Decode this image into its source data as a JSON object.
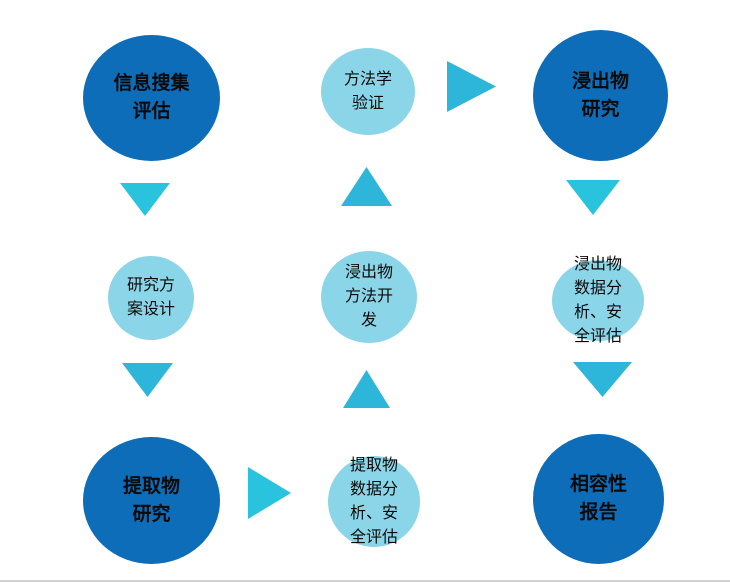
{
  "diagram": {
    "description": "Extractables and leachables study workflow diagram",
    "nodes": [
      {
        "id": "info-collection",
        "label": "信息搜集\n评估",
        "type": "primary"
      },
      {
        "id": "plan-design",
        "label": "研究方\n案设计",
        "type": "secondary"
      },
      {
        "id": "extractables-study",
        "label": "提取物\n研究",
        "type": "primary"
      },
      {
        "id": "method-validation",
        "label": "方法学\n验证",
        "type": "secondary"
      },
      {
        "id": "leachables-method-dev",
        "label": "浸出物\n方法开\n发",
        "type": "secondary"
      },
      {
        "id": "extractables-data",
        "label": "提取物\n数据分\n析、安\n全评估",
        "type": "secondary"
      },
      {
        "id": "leachables-study",
        "label": "浸出物\n研究",
        "type": "primary"
      },
      {
        "id": "leachables-data",
        "label": "浸出物\n数据分\n析、安\n全评估",
        "type": "secondary"
      },
      {
        "id": "compatibility-report",
        "label": "相容性\n报告",
        "type": "primary"
      }
    ],
    "arrows": [
      {
        "id": "left-down-1",
        "icon": "arrow-down-icon",
        "from": "info-collection",
        "to": "plan-design"
      },
      {
        "id": "left-down-2",
        "icon": "arrow-down-icon",
        "from": "plan-design",
        "to": "extractables-study"
      },
      {
        "id": "center-up-1",
        "icon": "arrow-up-icon",
        "from": "leachables-method-dev",
        "to": "method-validation"
      },
      {
        "id": "center-up-2",
        "icon": "arrow-up-icon",
        "from": "extractables-data",
        "to": "leachables-method-dev"
      },
      {
        "id": "top-right",
        "icon": "arrow-right-icon",
        "from": "method-validation",
        "to": "leachables-study"
      },
      {
        "id": "bottom-right",
        "icon": "arrow-right-icon",
        "from": "extractables-study",
        "to": "extractables-data"
      },
      {
        "id": "right-down-1",
        "icon": "arrow-down-icon",
        "from": "leachables-study",
        "to": "leachables-data"
      },
      {
        "id": "right-down-2",
        "icon": "arrow-down-icon",
        "from": "leachables-data",
        "to": "compatibility-report"
      }
    ]
  },
  "colors": {
    "primary_circle": "#0e6db8",
    "secondary_circle": "#8ad5e7",
    "arrow": "#2db6d9",
    "arrow_alt": "#29c3de",
    "node_text": "#0a0a0a",
    "baseline": "#cfd3d6",
    "background": "#ffffff"
  }
}
